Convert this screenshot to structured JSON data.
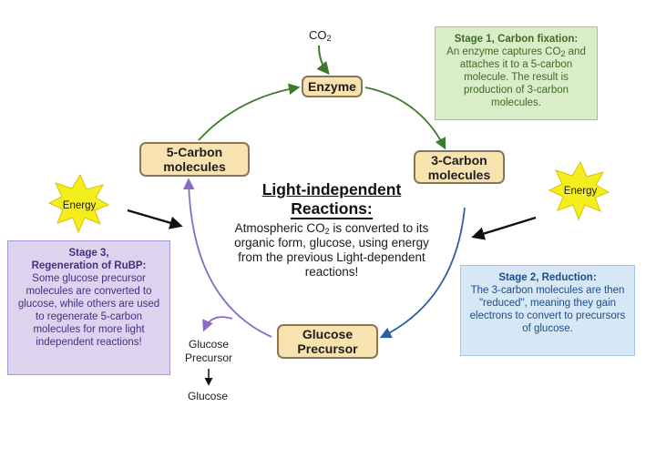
{
  "co2_input": {
    "text": "CO",
    "sub": "2"
  },
  "nodes": {
    "enzyme": "Enzyme",
    "three_carbon": [
      "3-Carbon",
      "molecules"
    ],
    "five_carbon": [
      "5-Carbon",
      "molecules"
    ],
    "glucose_precursor": [
      "Glucose",
      "Precursor"
    ]
  },
  "center": {
    "title": [
      "Light-independent",
      "Reactions:"
    ],
    "body_a": "Atmospheric CO",
    "body_sub": "2",
    "body_b": " is converted to its organic form, glucose, using energy from the previous Light-dependent reactions!"
  },
  "stages": {
    "stage1": {
      "title": "Stage 1, Carbon fixation:",
      "body_a": "An enzyme captures CO",
      "body_sub": "2",
      "body_b": " and attaches it to a 5-carbon molecule. The result is production of 3-carbon molecules."
    },
    "stage2": {
      "title": "Stage 2, Reduction:",
      "body": "The 3-carbon molecules are then \"reduced\", meaning they gain electrons to convert to precursors of glucose."
    },
    "stage3": {
      "title": [
        "Stage 3,",
        "Regeneration of RuBP:"
      ],
      "body": "Some glucose precursor molecules are converted to glucose, while others are used to regenerate 5-carbon molecules for more light independent reactions!"
    }
  },
  "energy_labels": {
    "left": "Energy",
    "right": "Energy"
  },
  "side_output": {
    "precursor": [
      "Glucose",
      "Precursor"
    ],
    "glucose": "Glucose"
  },
  "colors": {
    "green_arrow": "#3d7a2b",
    "blue_arrow": "#2e5fa3",
    "purple_arrow": "#8a6bc4",
    "node_fill": "#f7e2b0",
    "star_fill": "#f4ee1c"
  }
}
